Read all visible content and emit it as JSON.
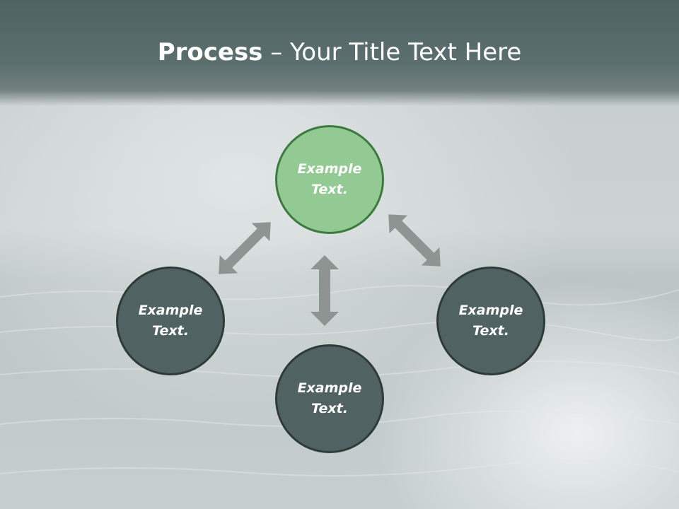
{
  "title": {
    "bold": "Process",
    "rest": " – Your Title Text Here"
  },
  "nodes": [
    {
      "text": "Example Text."
    },
    {
      "text": "Example Text."
    },
    {
      "text": "Example Text."
    },
    {
      "text": "Example Text."
    }
  ],
  "colors": {
    "title_bar": "#4e6362",
    "node_dark": "#516263",
    "node_green": "#93c993",
    "arrow": "#8f9493"
  }
}
